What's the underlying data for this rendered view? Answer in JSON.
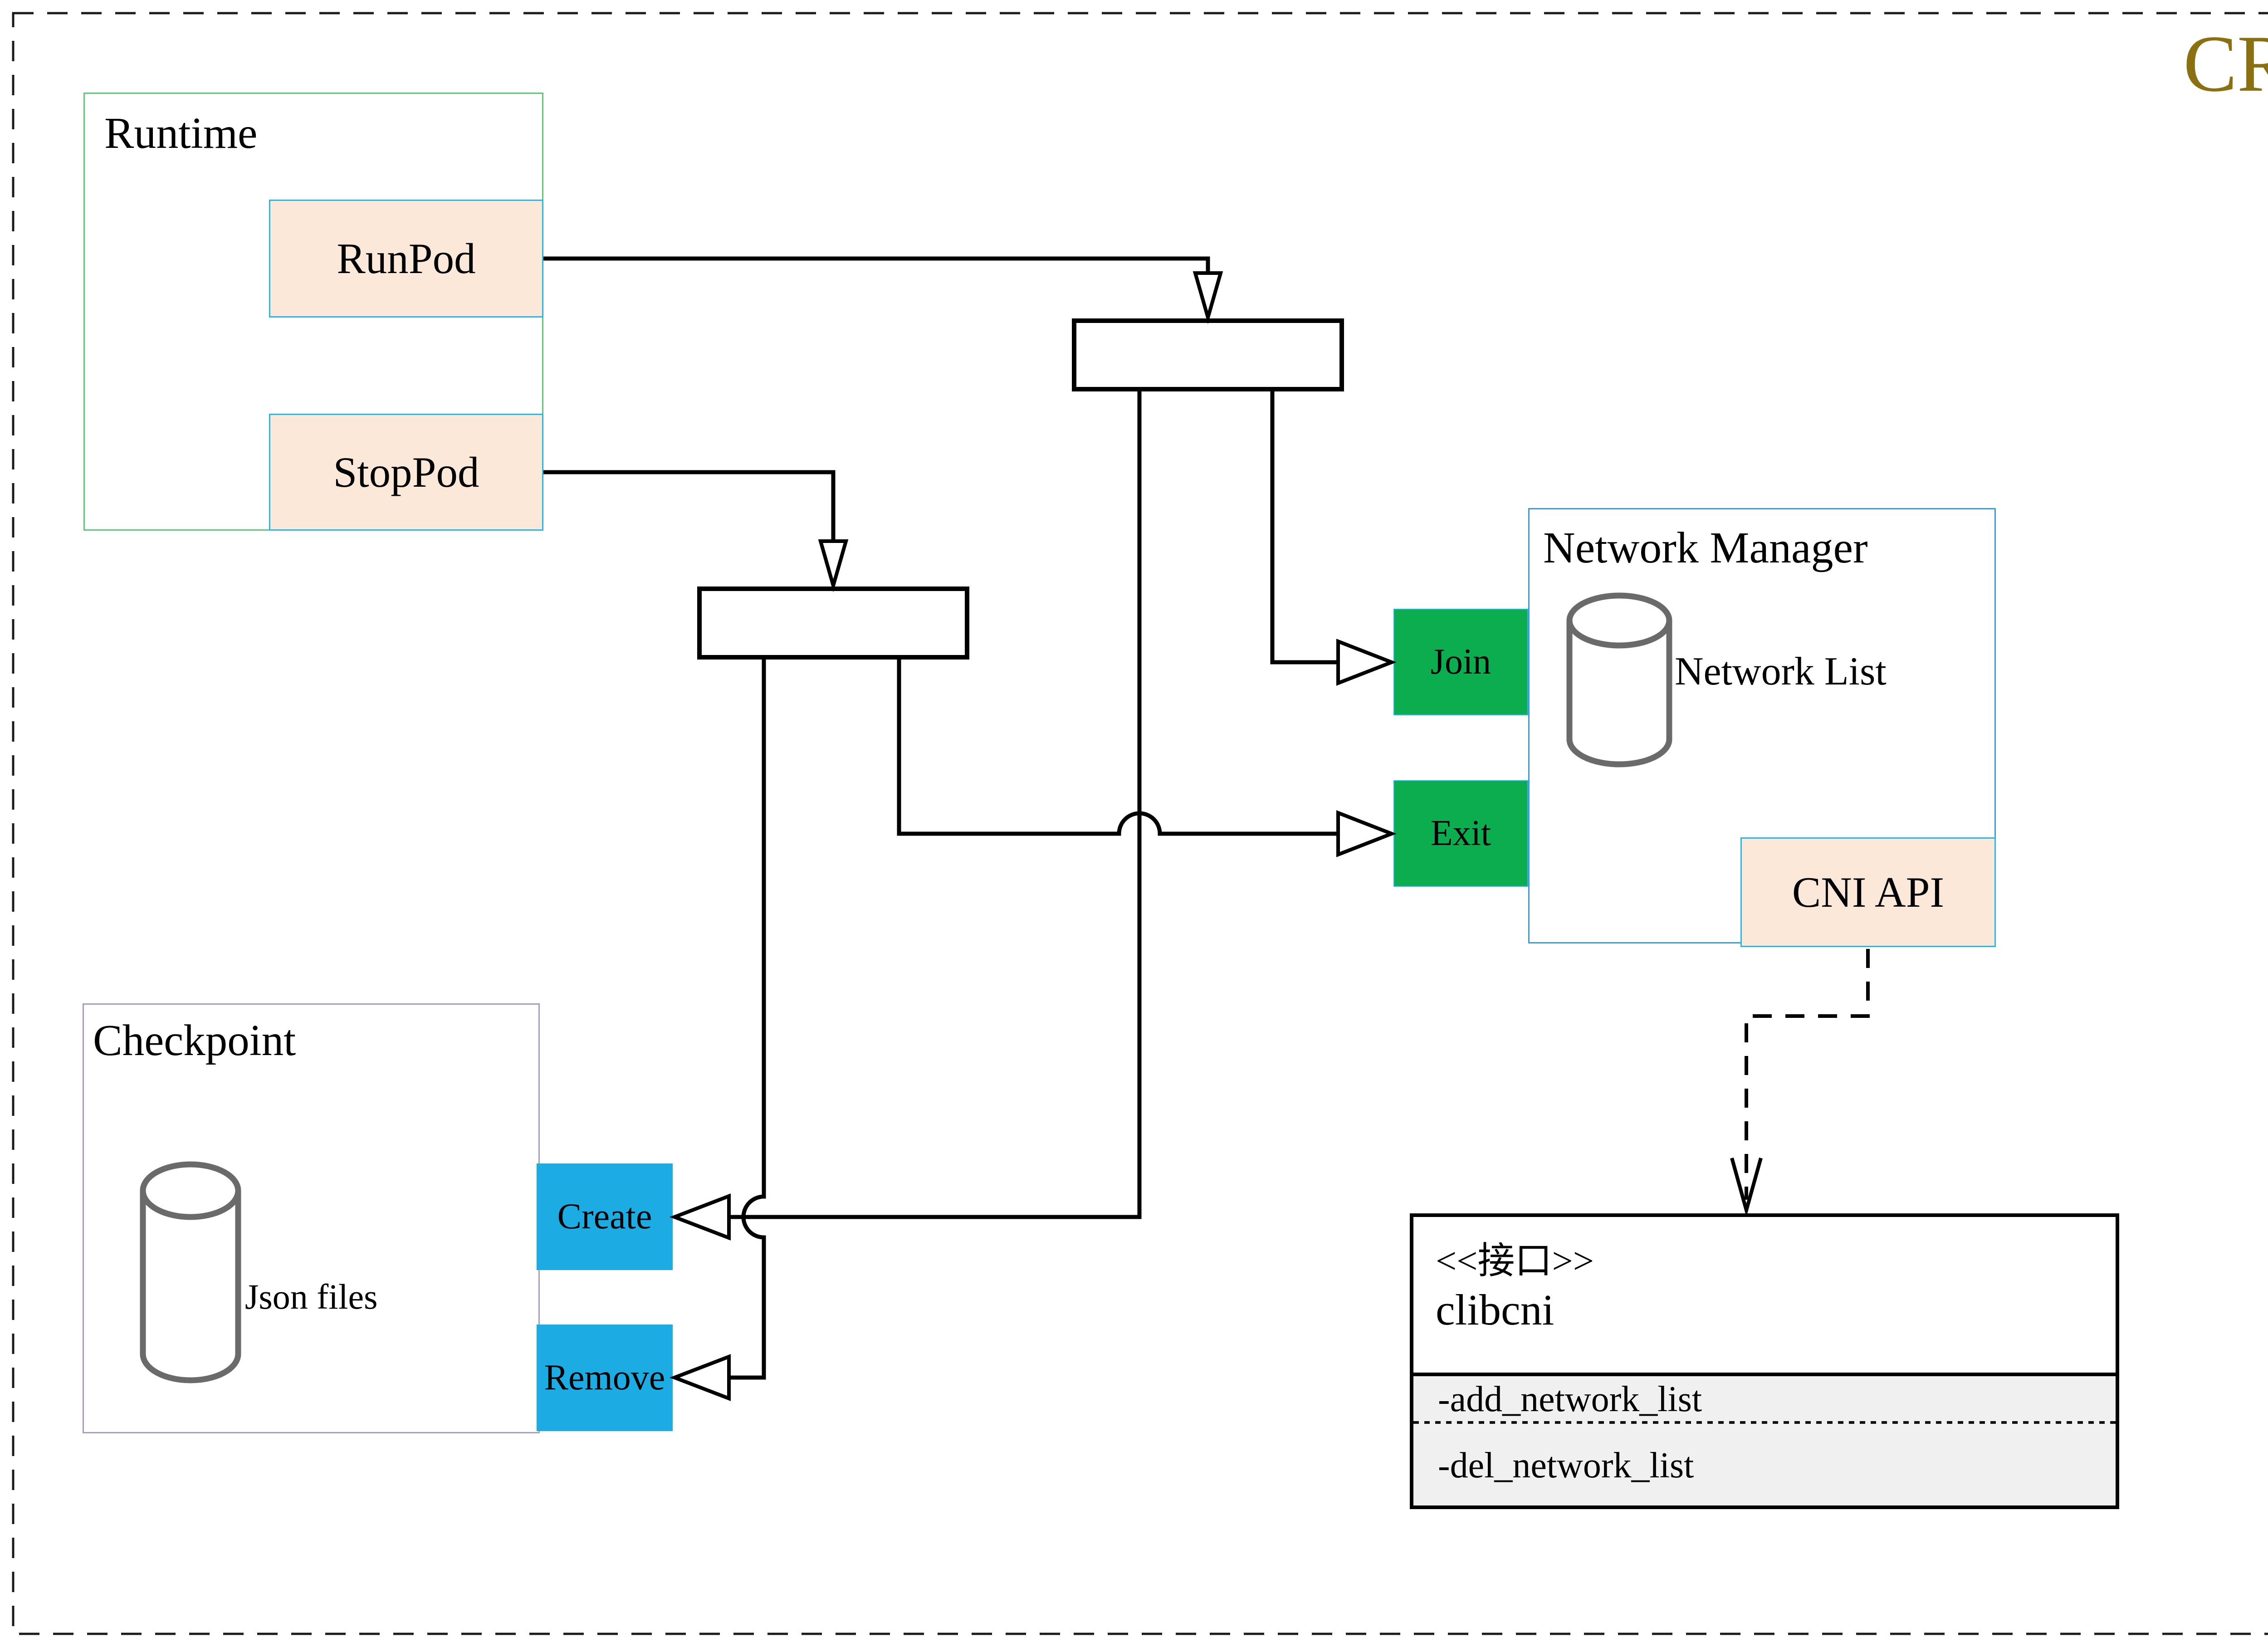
{
  "diagram": {
    "title": "CRI",
    "runtime": {
      "label": "Runtime",
      "runpod": "RunPod",
      "stoppod": "StopPod"
    },
    "checkpoint": {
      "label": "Checkpoint",
      "datastore": "Json files",
      "create": "Create",
      "remove": "Remove"
    },
    "network_manager": {
      "label": "Network Manager",
      "datastore": "Network List",
      "join": "Join",
      "exit": "Exit",
      "cni_api": "CNI API"
    },
    "clibcni": {
      "stereotype": "<<接口>>",
      "name": "clibcni",
      "methods": [
        "-add_network_list",
        "-del_network_list"
      ]
    },
    "colors": {
      "title_gold": "#8A7010",
      "runtime_border": "#5FC879",
      "checkpoint_border": "#A99BC4",
      "network_manager_border": "#3D9BD9",
      "operation_fill": "#FBE8D9",
      "operation_border": "#29B8E8",
      "green_action": "#0BAD4E",
      "cyan_action": "#1BACE4",
      "connector": "#000000",
      "cylinder_stroke": "#6A6A6A",
      "method_section_bg": "#F0F0F0"
    }
  }
}
